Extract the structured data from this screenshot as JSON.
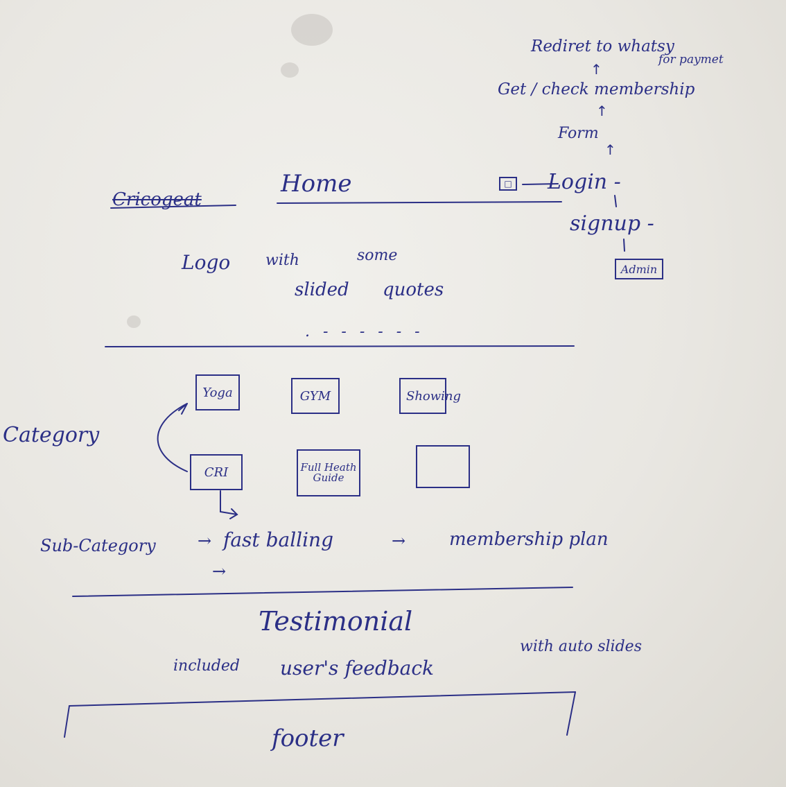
{
  "flow": {
    "redirect": "Rediret to whatsy",
    "payment": "for paymet",
    "check": "Get / check membership",
    "form": "Form",
    "login": "Login -",
    "signup": "signup -",
    "admin": "Admin"
  },
  "header": {
    "brand": "Cricogeat",
    "home": "Home"
  },
  "hero": {
    "line1_a": "Logo",
    "line1_b": "with",
    "line1_c": "some",
    "line2_a": "slided",
    "line2_b": "quotes",
    "dots": ". - - - - - -"
  },
  "category": {
    "label": "Category",
    "boxes": [
      "Yoga",
      "GYM",
      "Showing",
      "CRI",
      "Full Heath Guide",
      ""
    ]
  },
  "subcategory": {
    "label": "Sub-Category",
    "item": "fast balling",
    "target": "membership plan"
  },
  "testimonial": {
    "title": "Testimonial",
    "desc_a": "included",
    "desc_b": "user's feedback",
    "desc_c": "with auto slides"
  },
  "footer": {
    "label": "footer"
  }
}
